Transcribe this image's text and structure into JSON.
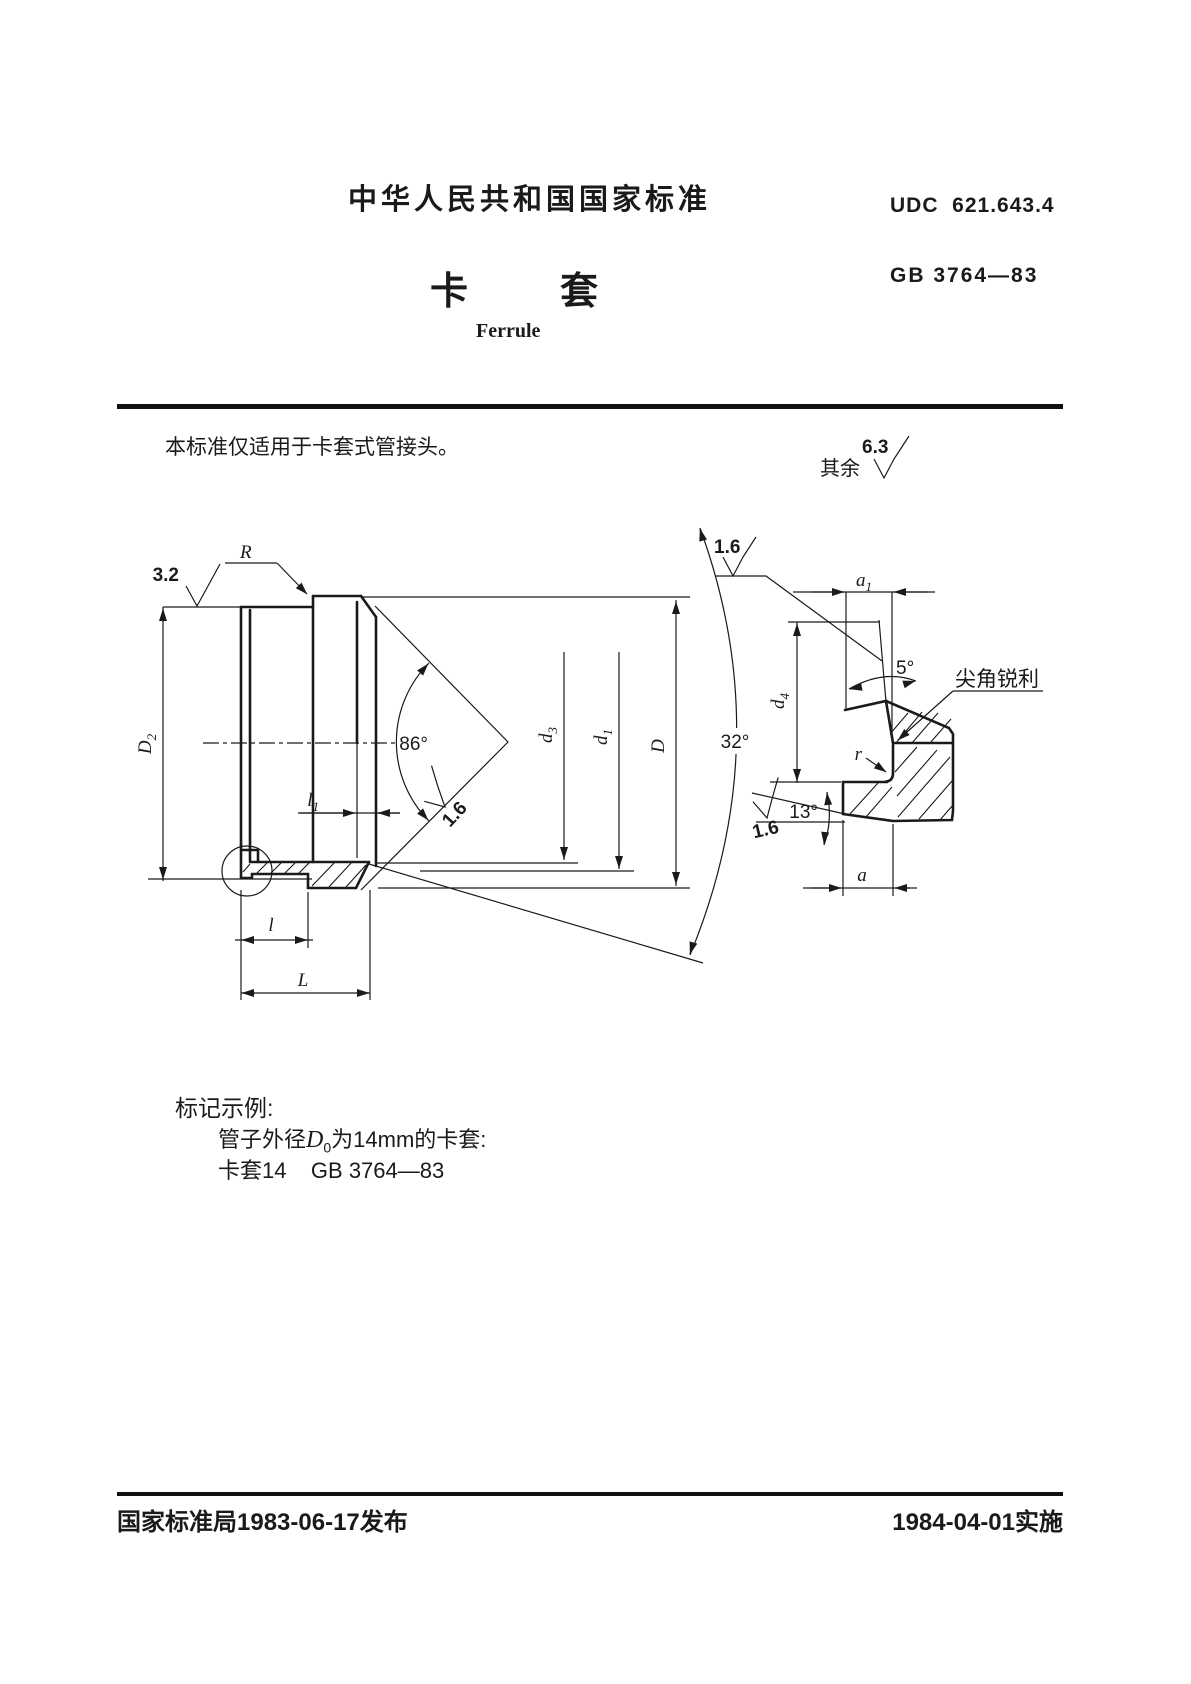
{
  "colors": {
    "ink": "#1a1a1a",
    "paper": "#ffffff"
  },
  "header": {
    "standard_title": "中华人民共和国国家标准",
    "udc": "UDC  621.643.4",
    "title_char_1": "卡",
    "title_char_2": "套",
    "code": "GB 3764—83",
    "title_en": "Ferrule"
  },
  "intro": {
    "scope_note": "本标准仅适用于卡套式管接头。",
    "surface_prefix": "其余",
    "surface_roughness_other": "6.3"
  },
  "drawing": {
    "main_view": {
      "roughness_top": "3.2",
      "radius": "R",
      "cone_angle": "86°",
      "cone_roughness": "1.6",
      "dims": {
        "D2": {
          "base": "D",
          "sub": "2"
        },
        "l1": {
          "base": "l",
          "sub": "1"
        },
        "d3": {
          "base": "d",
          "sub": "3"
        },
        "d1": {
          "base": "d",
          "sub": "1"
        },
        "D": {
          "base": "D",
          "sub": ""
        },
        "l": {
          "base": "l",
          "sub": ""
        },
        "L": {
          "base": "L",
          "sub": ""
        }
      }
    },
    "detail_view": {
      "projection_angle": "32°",
      "face_roughness": "1.6",
      "edge_angle": "5°",
      "sharp_corner_note": "尖角锐利",
      "fillet_radius": "r",
      "back_angle": "13°",
      "back_roughness": "1.6",
      "dims": {
        "a1": {
          "base": "a",
          "sub": "1"
        },
        "d4": {
          "base": "d",
          "sub": "4"
        },
        "a": {
          "base": "a",
          "sub": ""
        }
      }
    }
  },
  "marking_example": {
    "heading": "标记示例:",
    "line1_prefix": "管子外径",
    "line1_symbol": "D",
    "line1_symbol_sub": "0",
    "line1_suffix": "为14mm的卡套:",
    "line2": "卡套14    GB 3764—83"
  },
  "footer": {
    "issued": "国家标准局1983-06-17发布",
    "implemented": "1984-04-01实施"
  }
}
